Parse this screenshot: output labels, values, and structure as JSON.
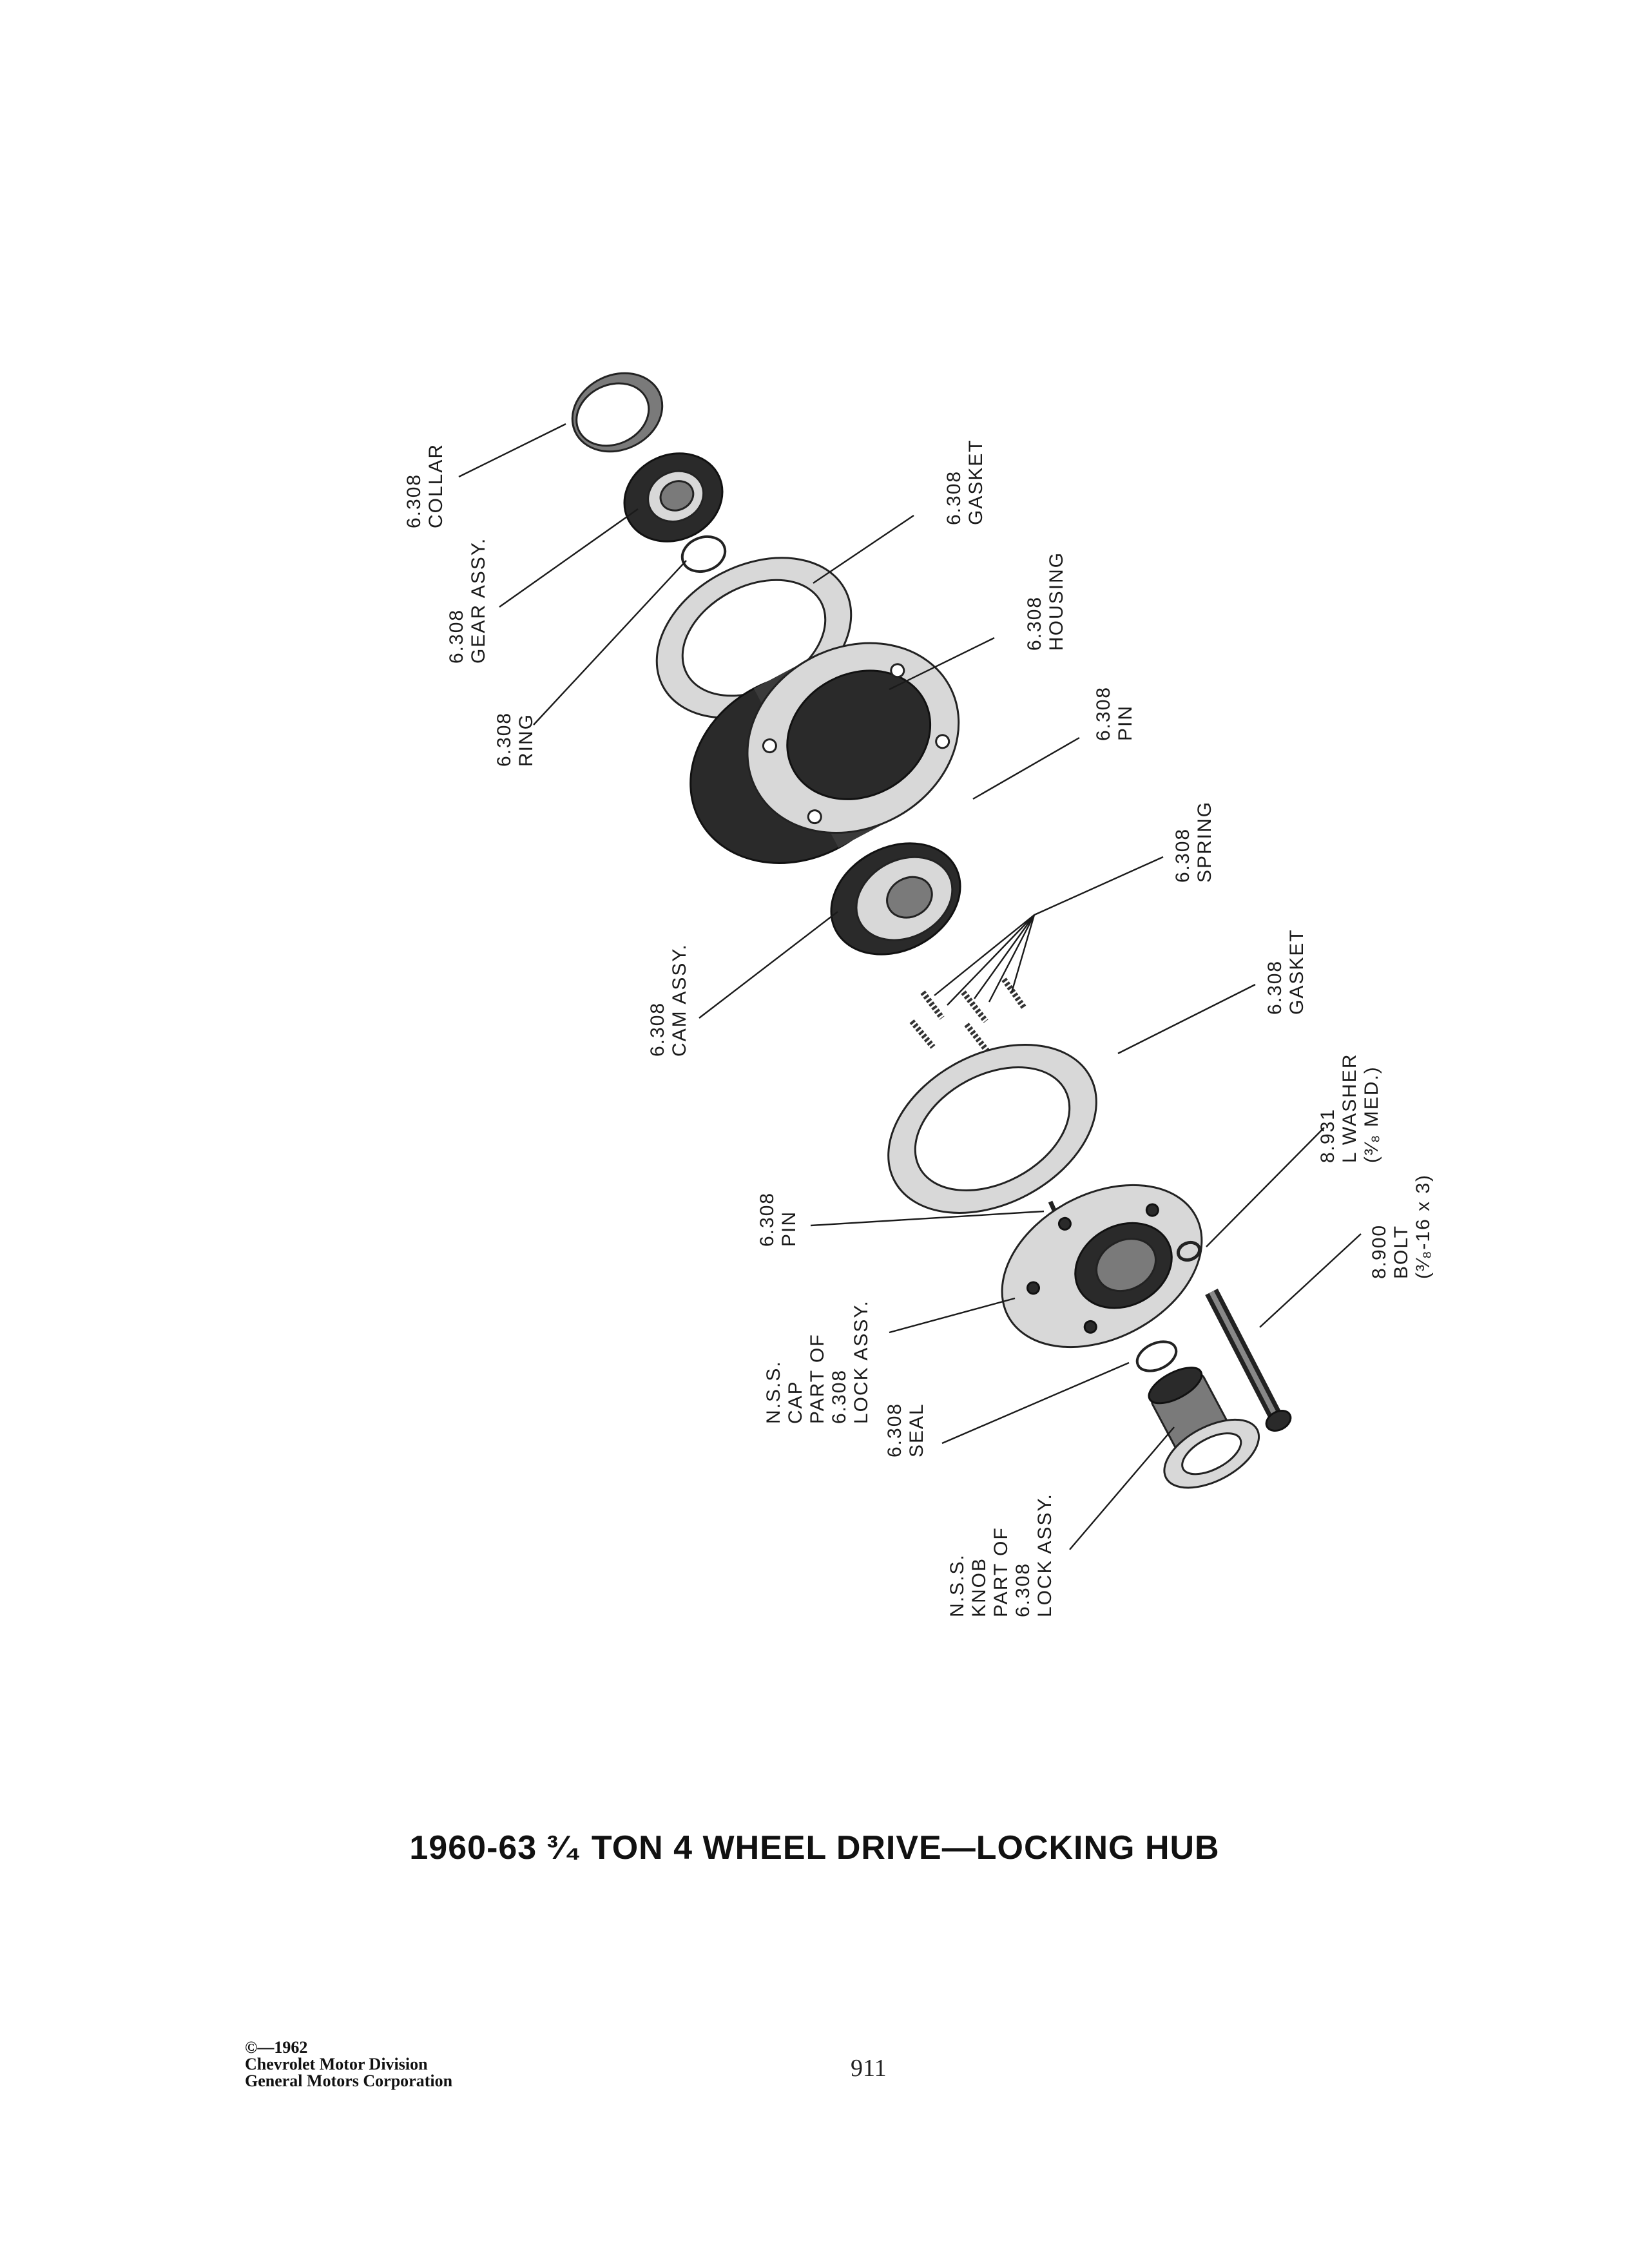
{
  "labels": {
    "collar": [
      "6.308",
      "COLLAR"
    ],
    "gear_assy": [
      "6.308",
      "GEAR ASSY."
    ],
    "ring": [
      "6.308",
      "RING"
    ],
    "gasket_top": [
      "6.308",
      "GASKET"
    ],
    "housing": [
      "6.308",
      "HOUSING"
    ],
    "pin_top": [
      "6.308",
      "PIN"
    ],
    "spring": [
      "6.308",
      "SPRING"
    ],
    "cam_assy": [
      "6.308",
      "CAM ASSY."
    ],
    "gasket_bottom": [
      "6.308",
      "GASKET"
    ],
    "l_washer": [
      "8.931",
      "L WASHER",
      "(³⁄₈ MED.)"
    ],
    "pin_bottom": [
      "6.308",
      "PIN"
    ],
    "bolt": [
      "8.900",
      "BOLT",
      "(³⁄₈-16 x 3)"
    ],
    "cap": [
      "N.S.S.",
      "CAP",
      "PART OF",
      "6.308",
      "LOCK ASSY."
    ],
    "seal": [
      "6.308",
      "SEAL"
    ],
    "knob": [
      "N.S.S.",
      "KNOB",
      "PART OF",
      "6.308",
      "LOCK ASSY."
    ]
  },
  "title": "1960-63 ³⁄₄ TON 4 WHEEL DRIVE—LOCKING HUB",
  "copyright": [
    "©—1962",
    "Chevrolet Motor Division",
    "General Motors Corporation"
  ],
  "page_number": "911"
}
